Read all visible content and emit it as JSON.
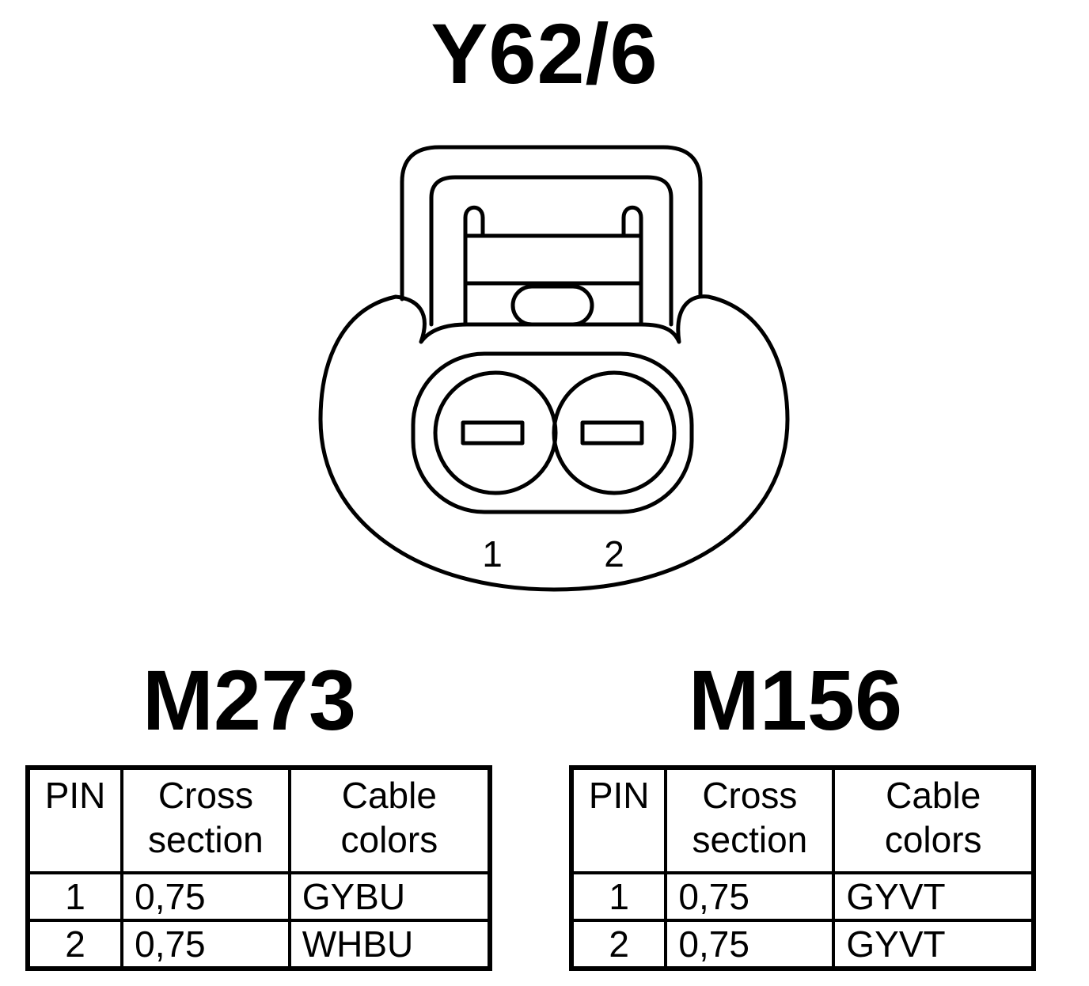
{
  "connector": {
    "title": "Y62/6",
    "pin_labels": [
      "1",
      "2"
    ]
  },
  "tables": [
    {
      "engine": "M273",
      "headers": {
        "pin": "PIN",
        "cross_line1": "Cross",
        "cross_line2": "section",
        "colors_line1": "Cable",
        "colors_line2": "colors"
      },
      "rows": [
        {
          "pin": "1",
          "cross_section": "0,75",
          "cable_color": "GYBU"
        },
        {
          "pin": "2",
          "cross_section": "0,75",
          "cable_color": "WHBU"
        }
      ]
    },
    {
      "engine": "M156",
      "headers": {
        "pin": "PIN",
        "cross_line1": "Cross",
        "cross_line2": "section",
        "colors_line1": "Cable",
        "colors_line2": "colors"
      },
      "rows": [
        {
          "pin": "1",
          "cross_section": "0,75",
          "cable_color": "GYVT"
        },
        {
          "pin": "2",
          "cross_section": "0,75",
          "cable_color": "GYVT"
        }
      ]
    }
  ]
}
